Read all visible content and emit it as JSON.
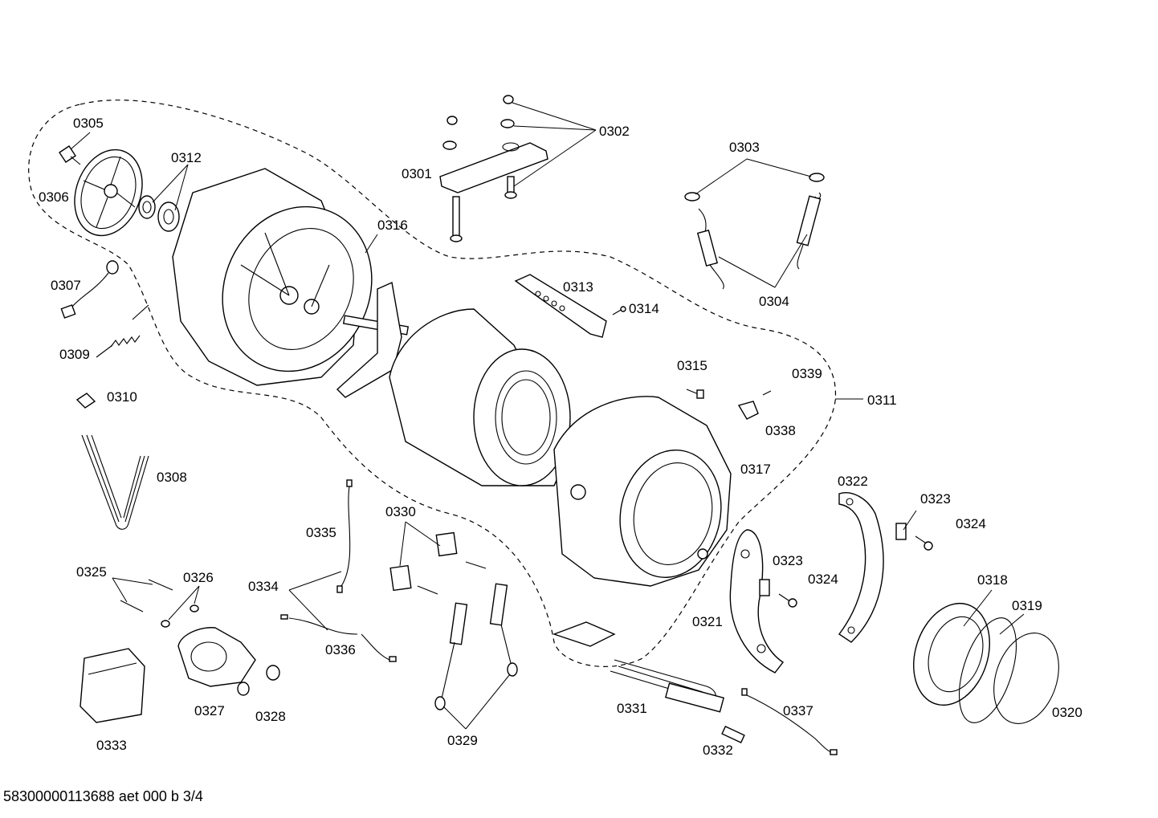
{
  "labels": {
    "l0301": "0301",
    "l0302": "0302",
    "l0303": "0303",
    "l0304": "0304",
    "l0305": "0305",
    "l0306": "0306",
    "l0307": "0307",
    "l0308": "0308",
    "l0309": "0309",
    "l0310": "0310",
    "l0311": "0311",
    "l0312": "0312",
    "l0313": "0313",
    "l0314": "0314",
    "l0315": "0315",
    "l0316": "0316",
    "l0317": "0317",
    "l0318": "0318",
    "l0319": "0319",
    "l0320": "0320",
    "l0321": "0321",
    "l0322": "0322",
    "l0323a": "0323",
    "l0323b": "0323",
    "l0324a": "0324",
    "l0324b": "0324",
    "l0325": "0325",
    "l0326": "0326",
    "l0327": "0327",
    "l0328": "0328",
    "l0329": "0329",
    "l0330": "0330",
    "l0331": "0331",
    "l0332": "0332",
    "l0333": "0333",
    "l0334": "0334",
    "l0335": "0335",
    "l0336": "0336",
    "l0337": "0337",
    "l0338": "0338",
    "l0339": "0339"
  },
  "footer": "58300000113688 aet 000 b 3/4"
}
